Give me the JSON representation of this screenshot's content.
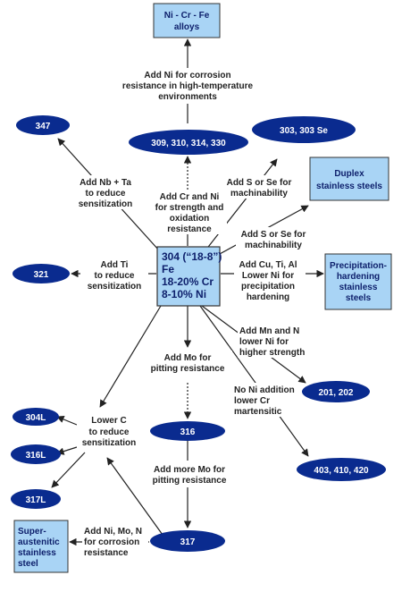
{
  "colors": {
    "oval_fill": "#0a2b8f",
    "box_fill": "#a9d4f5",
    "box_stroke": "#333333",
    "arrow": "#222222"
  },
  "center": {
    "line1": "304 (“18-8”)",
    "line2": "Fe",
    "line3": "18-20% Cr",
    "line4": "8-10% Ni"
  },
  "boxes": {
    "ni_cr_fe": [
      "Ni - Cr - Fe",
      "alloys"
    ],
    "duplex": [
      "Duplex",
      "stainless steels"
    ],
    "precip": [
      "Precipitation-",
      "hardening",
      "stainless",
      "steels"
    ],
    "super_aus": [
      "Super-",
      "austenitic",
      "stainless",
      "steel"
    ]
  },
  "ovals": {
    "g347": "347",
    "g309": "309, 310, 314, 330",
    "g303": "303, 303 Se",
    "g321": "321",
    "g201": "201, 202",
    "g304l": "304L",
    "g316l": "316L",
    "g317l": "317L",
    "g316": "316",
    "g317": "317",
    "g403": "403, 410, 420"
  },
  "labels": {
    "add_ni_corrosion": [
      "Add Ni for corrosion",
      "resistance in high-temperature",
      "environments"
    ],
    "add_nb_ta": [
      "Add Nb + Ta",
      "to reduce",
      "sensitization"
    ],
    "add_cr_ni": [
      "Add Cr and Ni",
      "for strength and",
      "oxidation",
      "resistance"
    ],
    "add_s_se_1": [
      "Add S or Se for",
      "machinability"
    ],
    "add_s_se_2": [
      "Add S or Se for",
      "machinability"
    ],
    "add_ti": [
      "Add Ti",
      "to reduce",
      "sensitization"
    ],
    "add_cu_ti_al": [
      "Add Cu, Ti, Al",
      "Lower Ni for",
      "precipitation",
      "hardening"
    ],
    "add_mn_n": [
      "Add Mn and N",
      "lower Ni for",
      "higher strength"
    ],
    "add_mo": [
      "Add Mo for",
      "pitting resistance"
    ],
    "no_ni": [
      "No Ni addition",
      "lower Cr",
      "martensitic"
    ],
    "lower_c": [
      "Lower C",
      "to reduce",
      "sensitization"
    ],
    "add_more_mo": [
      "Add more Mo for",
      "pitting resistance"
    ],
    "add_ni_mo_n": [
      "Add Ni, Mo, N",
      "for corrosion",
      "resistance"
    ]
  }
}
